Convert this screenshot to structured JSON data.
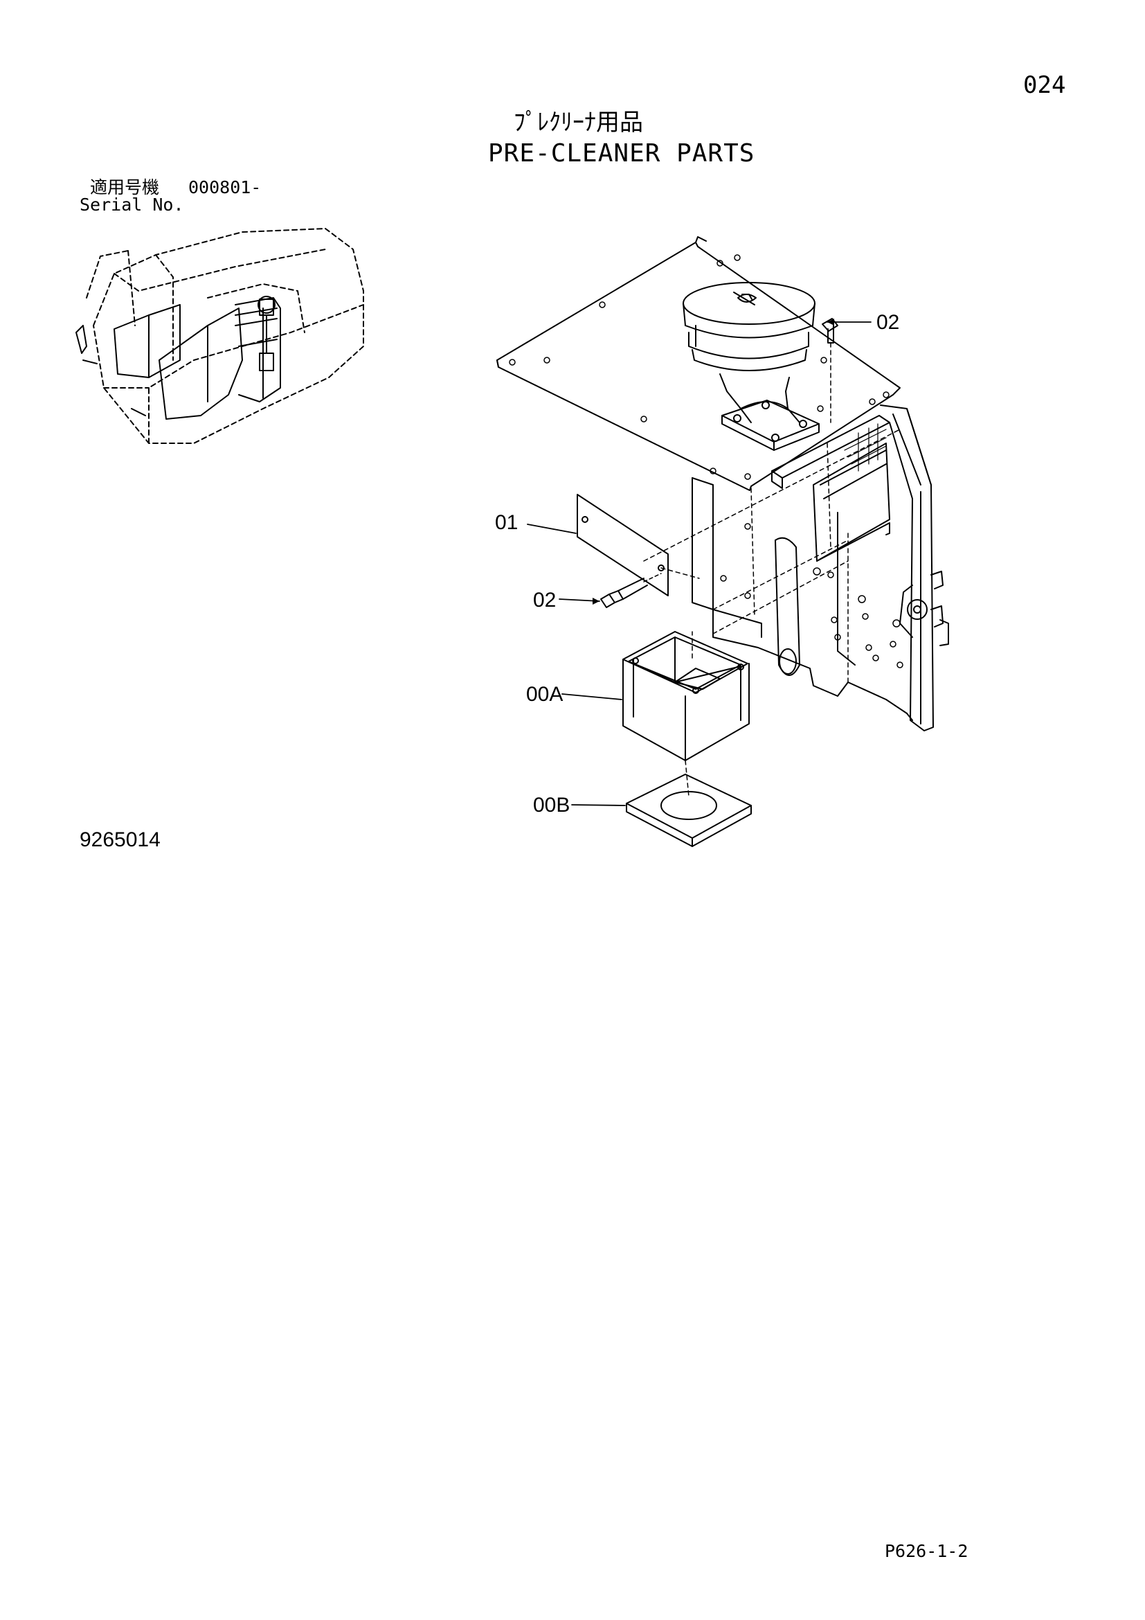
{
  "page": {
    "page_number": "024",
    "title_ja": "ﾌﾟﾚｸﾘｰﾅ用品",
    "title_en": "PRE-CLEANER PARTS",
    "serial_label_ja": "適用号機",
    "serial_range": "000801-",
    "serial_label_en": "Serial No.",
    "drawing_number": "9265014",
    "document_code": "P626-1-2"
  },
  "callouts": [
    {
      "id": "02-top",
      "label": "02"
    },
    {
      "id": "01",
      "label": "01"
    },
    {
      "id": "02-left",
      "label": "02"
    },
    {
      "id": "00A",
      "label": "00A"
    },
    {
      "id": "00B",
      "label": "00B"
    }
  ]
}
